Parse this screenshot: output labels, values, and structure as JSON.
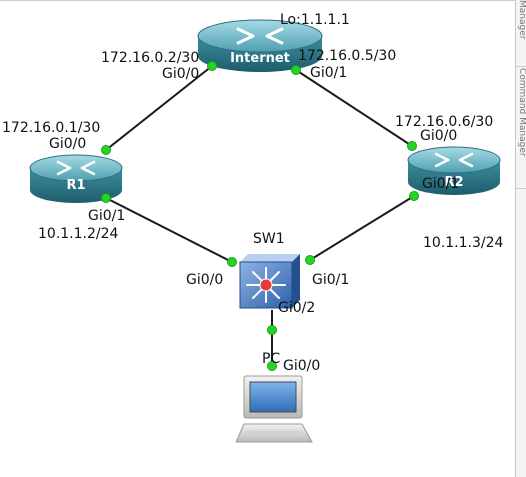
{
  "diagram": {
    "devices": {
      "internet": {
        "name": "Internet",
        "loopback": "Lo:1.1.1.1"
      },
      "r1": {
        "name": "R1"
      },
      "r2": {
        "name": "R2"
      },
      "sw1": {
        "name": "SW1"
      },
      "pc": {
        "name": "PC"
      }
    },
    "interfaces": {
      "internet_gi00": {
        "port": "Gi0/0",
        "ip": "172.16.0.2/30"
      },
      "internet_gi01": {
        "port": "Gi0/1",
        "ip": "172.16.0.5/30"
      },
      "r1_gi00": {
        "port": "Gi0/0",
        "ip": "172.16.0.1/30"
      },
      "r1_gi01": {
        "port": "Gi0/1",
        "ip": "10.1.1.2/24"
      },
      "r2_gi00": {
        "port": "Gi0/0",
        "ip": "172.16.0.6/30"
      },
      "r2_gi01": {
        "port": "Gi0/1",
        "ip": "10.1.1.3/24"
      },
      "sw1_gi00": {
        "port": "Gi0/0"
      },
      "sw1_gi01": {
        "port": "Gi0/1"
      },
      "sw1_gi02": {
        "port": "Gi0/2"
      },
      "pc_gi00": {
        "port": "Gi0/0"
      }
    },
    "links": [
      {
        "from": "Internet Gi0/0",
        "to": "R1 Gi0/0"
      },
      {
        "from": "Internet Gi0/1",
        "to": "R2 Gi0/0"
      },
      {
        "from": "R1 Gi0/1",
        "to": "SW1 Gi0/0"
      },
      {
        "from": "R2 Gi0/1",
        "to": "SW1 Gi0/1"
      },
      {
        "from": "SW1 Gi0/2",
        "to": "PC Gi0/0"
      }
    ]
  },
  "side_panel": {
    "tabs": [
      "Manager",
      "Command Manager"
    ]
  },
  "colors": {
    "link": "#1a1a1a",
    "port_up": "#27d327",
    "router_body": "#2e7f8f",
    "router_top": "#6ab7c6",
    "switch_body": "#2f66b0",
    "switch_center": "#e83a3a"
  }
}
